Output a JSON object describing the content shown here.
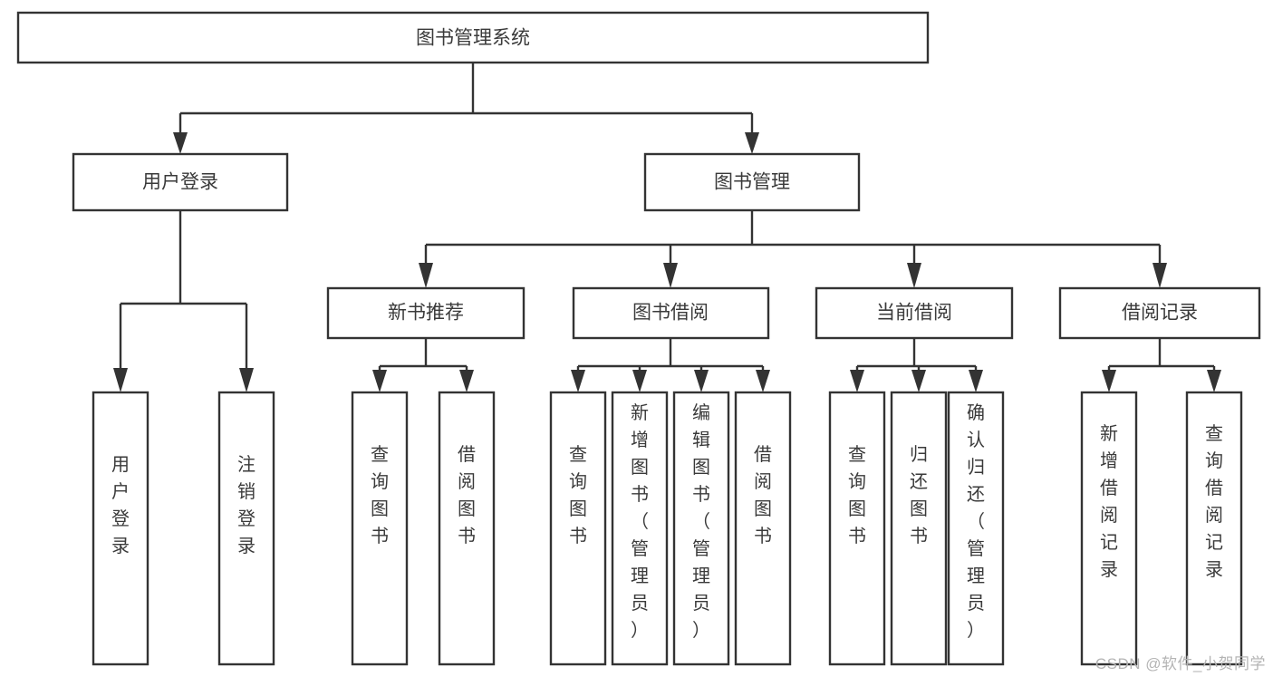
{
  "diagram": {
    "type": "tree",
    "title": "图书管理系统",
    "root": {
      "id": "root",
      "label": "图书管理系统",
      "orientation": "horizontal"
    },
    "level2": [
      {
        "id": "user-login",
        "label": "用户登录",
        "orientation": "horizontal"
      },
      {
        "id": "book-manage",
        "label": "图书管理",
        "orientation": "horizontal"
      }
    ],
    "level3": [
      {
        "id": "new-book-recommend",
        "label": "新书推荐",
        "orientation": "horizontal",
        "parent": "book-manage"
      },
      {
        "id": "book-borrow",
        "label": "图书借阅",
        "orientation": "horizontal",
        "parent": "book-manage"
      },
      {
        "id": "current-borrow",
        "label": "当前借阅",
        "orientation": "horizontal",
        "parent": "book-manage"
      },
      {
        "id": "borrow-record",
        "label": "借阅记录",
        "orientation": "horizontal",
        "parent": "book-manage"
      }
    ],
    "leaves": [
      {
        "id": "leaf-user-login",
        "label": "用户登录",
        "orientation": "vertical",
        "parent": "user-login"
      },
      {
        "id": "leaf-user-logout",
        "label": "注销登录",
        "orientation": "vertical",
        "parent": "user-login"
      },
      {
        "id": "leaf-query-book-1",
        "label": "查询图书",
        "orientation": "vertical",
        "parent": "new-book-recommend"
      },
      {
        "id": "leaf-borrow-book-1",
        "label": "借阅图书",
        "orientation": "vertical",
        "parent": "new-book-recommend"
      },
      {
        "id": "leaf-query-book-2",
        "label": "查询图书",
        "orientation": "vertical",
        "parent": "book-borrow"
      },
      {
        "id": "leaf-add-book",
        "label": "新增图书（管理员）",
        "orientation": "vertical",
        "parent": "book-borrow"
      },
      {
        "id": "leaf-edit-book",
        "label": "编辑图书（管理员）",
        "orientation": "vertical",
        "parent": "book-borrow"
      },
      {
        "id": "leaf-borrow-book-2",
        "label": "借阅图书",
        "orientation": "vertical",
        "parent": "book-borrow"
      },
      {
        "id": "leaf-query-book-3",
        "label": "查询图书",
        "orientation": "vertical",
        "parent": "current-borrow"
      },
      {
        "id": "leaf-return-book",
        "label": "归还图书",
        "orientation": "vertical",
        "parent": "current-borrow"
      },
      {
        "id": "leaf-confirm-return",
        "label": "确认归还（管理员）",
        "orientation": "vertical",
        "parent": "current-borrow"
      },
      {
        "id": "leaf-add-record",
        "label": "新增借阅记录",
        "orientation": "vertical",
        "parent": "borrow-record"
      },
      {
        "id": "leaf-query-record",
        "label": "查询借阅记录",
        "orientation": "vertical",
        "parent": "borrow-record"
      }
    ]
  },
  "watermark": {
    "text": "CSDN @软件_小贺同学"
  },
  "colors": {
    "stroke": "#333333",
    "box_fill": "#ffffff",
    "text": "#3a3a3a",
    "watermark": "#b4b4b4",
    "background": "#ffffff"
  }
}
